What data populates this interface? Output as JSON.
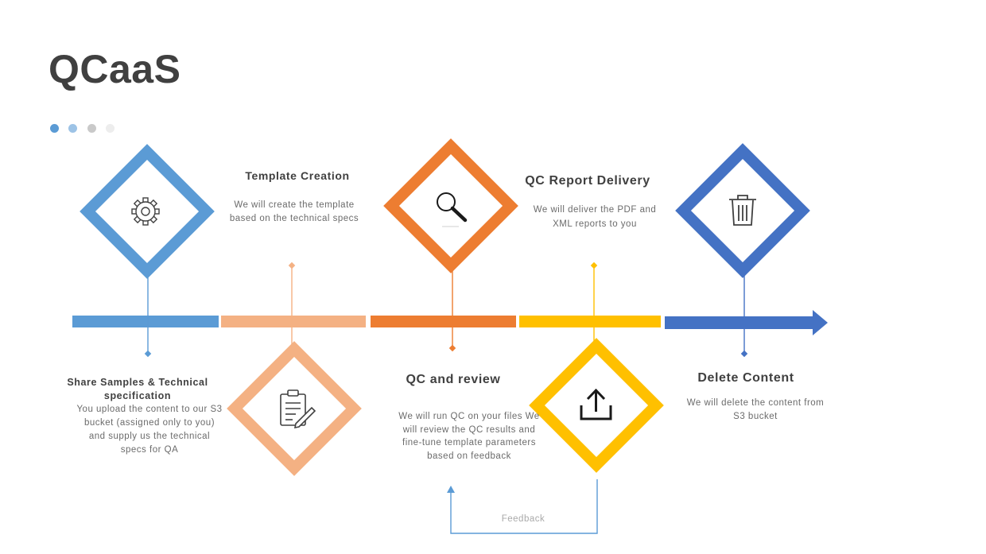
{
  "title": "QCaaS",
  "colors": {
    "blue": "#5b9bd5",
    "peach": "#f4b183",
    "orange": "#ed7d31",
    "gold": "#ffc000",
    "darkblue": "#4472c4",
    "text": "#404040"
  },
  "progress_dots": [
    {
      "color": "#5b9bd5"
    },
    {
      "color": "#9dc3e6"
    },
    {
      "color": "#c9c9c9"
    },
    {
      "color": "#ededed"
    }
  ],
  "steps": [
    {
      "title": "Share Samples & Technical specification",
      "description": "You upload the content to our S3 bucket (assigned only to you) and supply us the technical specs for QA",
      "icon": "gear-icon"
    },
    {
      "title": "Template Creation",
      "description": "We will create the template based on the technical specs",
      "icon": "clipboard-icon"
    },
    {
      "title": "QC  and review",
      "description": "We will run QC on your files We will review the QC results and fine-tune template parameters based on feedback",
      "icon": "magnifier-icon"
    },
    {
      "title": "QC Report Delivery",
      "description": "We will deliver the PDF and XML reports to you",
      "icon": "upload-icon"
    },
    {
      "title": "Delete Content",
      "description": "We will delete the content from S3 bucket",
      "icon": "trash-icon"
    }
  ],
  "feedback_label": "Feedback"
}
